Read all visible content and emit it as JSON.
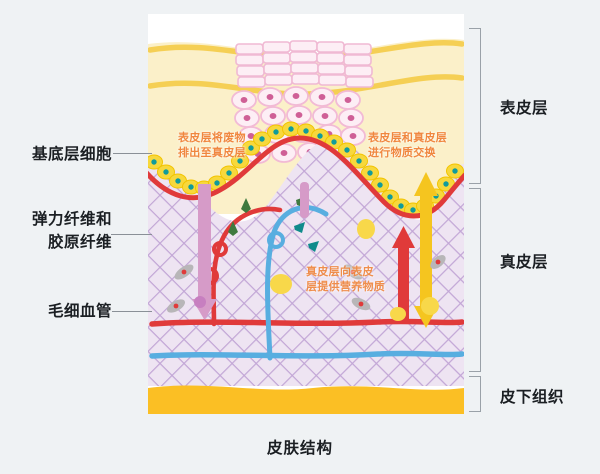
{
  "page": {
    "background_color": "#eff2f4",
    "caption": "皮肤结构"
  },
  "left_labels": [
    {
      "key": "basal",
      "text": "基底层细胞"
    },
    {
      "key": "fiber",
      "text": "弹力纤维和\n胶原纤维",
      "line1": "弹力纤维和",
      "line2": "胶原纤维"
    },
    {
      "key": "capillary",
      "text": "毛细血管"
    }
  ],
  "right_labels": [
    {
      "key": "epidermis",
      "text": "表皮层"
    },
    {
      "key": "dermis",
      "text": "真皮层"
    },
    {
      "key": "subcutaneous",
      "text": "皮下组织"
    }
  ],
  "annotations": [
    {
      "key": "waste",
      "line1": "表皮层将废物",
      "line2": "排出至真皮层"
    },
    {
      "key": "exchange",
      "line1": "表皮层和真皮层",
      "line2": "进行物质交换"
    },
    {
      "key": "nutrient",
      "line1": "真皮层向表皮",
      "line2": "层提供营养物质"
    }
  ],
  "colors": {
    "annotation_orange": "#f0873f",
    "epidermis_cream": "#fbf0c9",
    "stratum_corneum_yellow": "#f5cf54",
    "follicle_pink": "#f6cde0",
    "follicle_nucleus": "#cf5f96",
    "basal_cell_yellow": "#f7d83c",
    "basal_nucleus_teal": "#119b9b",
    "dermis_lavender": "#eee4f2",
    "dermis_hatch_purple": "#c2a6d6",
    "artery_red": "#e03a3a",
    "vein_blue": "#58aee0",
    "nerve_green": "#3f7a3f",
    "waste_arrow_pink": "#d69bc8",
    "exchange_arrow_yellow": "#f5c51f",
    "subcutaneous_orange": "#fbbf24",
    "bracket_gray": "#9aa1a8",
    "leader_gray": "#8a9097",
    "text_dark": "#1b1f23"
  }
}
